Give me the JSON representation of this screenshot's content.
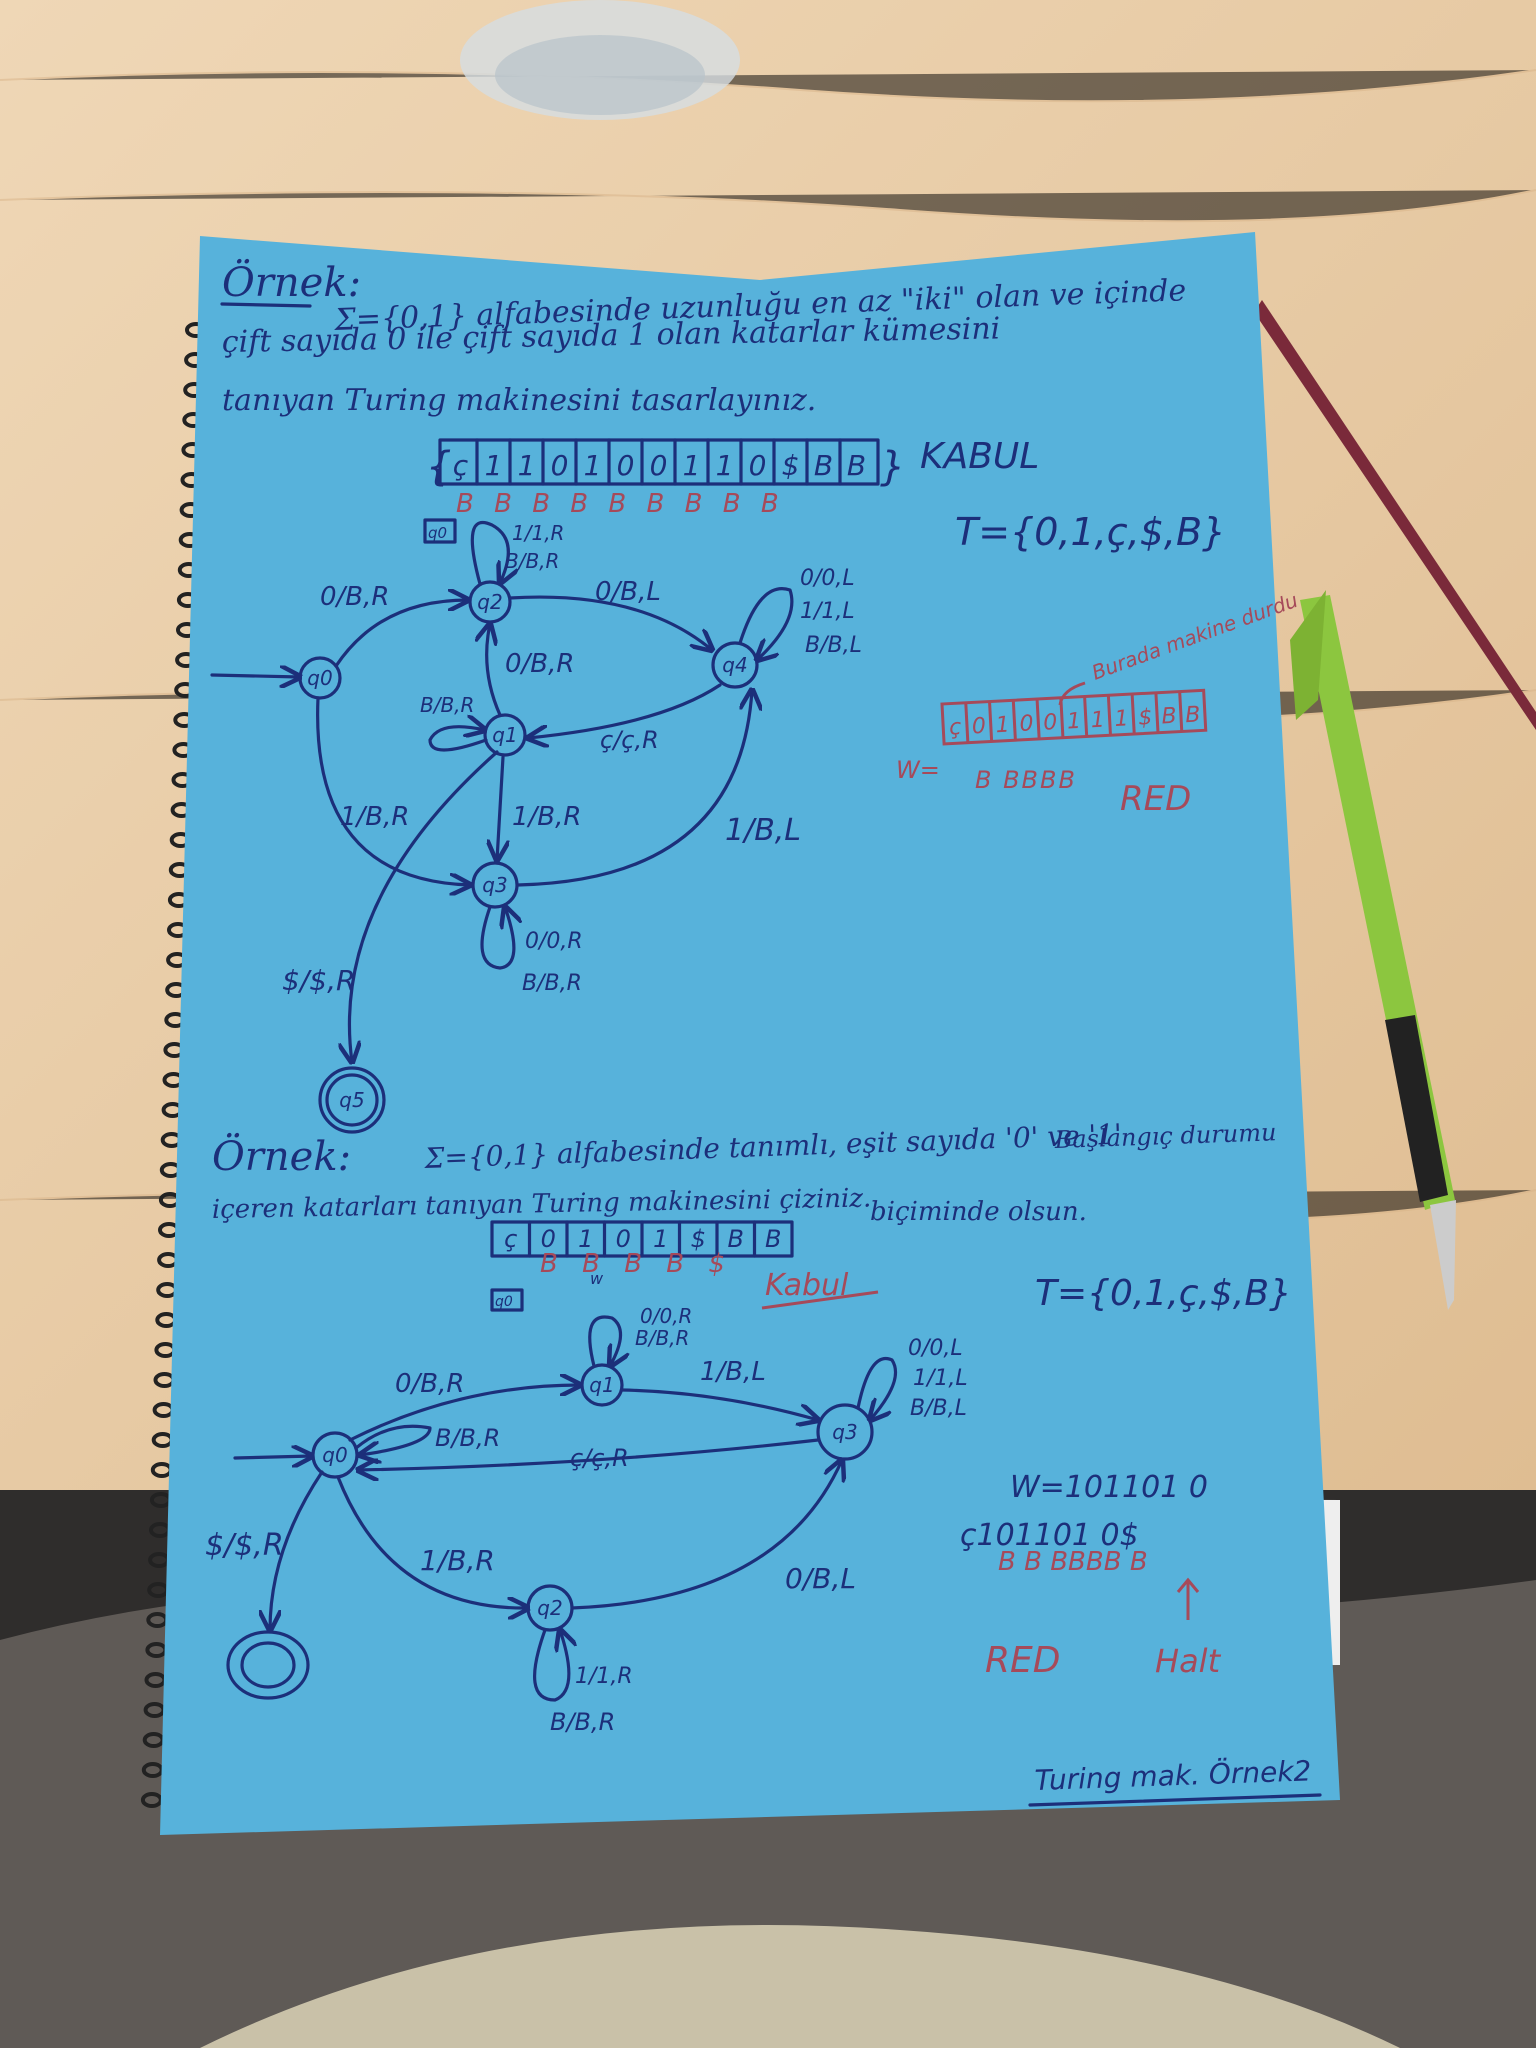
{
  "ex1": {
    "title_word": "Örnek:",
    "title_line1": "Σ={0,1} alfabesinde uzunluğu en az \"iki\" olan ve içinde",
    "title_line2": "çift sayıda 0 ile çift sayıda 1 olan katarlar kümesini",
    "title_line3": "tanıyan Turing makinesini tasarlayınız.",
    "tape_cells": [
      "ç",
      "1",
      "1",
      "0",
      "1",
      "0",
      "0",
      "1",
      "1",
      "0",
      "$",
      "B",
      "B"
    ],
    "tape_marks": "B B B B B B B B B",
    "tape_result": "KABUL",
    "head_state": "q0",
    "alphabet": "T={0,1,ç,$,B}",
    "states": [
      "q0",
      "q1",
      "q2",
      "q3",
      "q4",
      "q5"
    ],
    "labels": {
      "q0_q2": "0/B,R",
      "q2_loop": "1/1,R",
      "q2_loop2": "B/B,R",
      "q2_q4": "0/B,L",
      "q4_loop1": "0/0,L",
      "q4_loop2": "1/1,L",
      "q4_loop3": "B/B,L",
      "q1_q2": "0/B,R",
      "q1_loop": "B/B,R",
      "q4_q1": "ç/ç,R",
      "q0_q3": "1/B,R",
      "q1_q3": "1/B,R",
      "q3_q4": "1/B,L",
      "q3_loop1": "0/0,R",
      "q3_loop2": "B/B,R",
      "q1_q5": "$/$,R"
    },
    "side_tape_prefix": "W=",
    "side_tape_cells": [
      "ç",
      "0",
      "1",
      "0",
      "0",
      "1",
      "1",
      "1",
      "$",
      "B",
      "B"
    ],
    "side_marks": "B BBBB",
    "side_note": "Burada makine durdu",
    "side_result": "RED"
  },
  "ex2": {
    "title_word": "Örnek:",
    "title_line1": "Σ={0,1} alfabesinde tanımlı, eşit sayıda '0' ve '1'",
    "title_line1b": "Başlangıç durumu",
    "title_line2": "içeren katarları tanıyan Turing makinesini çiziniz.",
    "title_line3": "biçiminde olsun.",
    "tape_cells": [
      "ç",
      "0",
      "1",
      "0",
      "1",
      "$",
      "B",
      "B"
    ],
    "tape_marks": "B B B B $",
    "tape_mark_w": "w",
    "head_state": "q0",
    "tape_result": "Kabul",
    "alphabet": "T={0,1,ç,$,B}",
    "states": [
      "q0",
      "q1",
      "q2",
      "q3",
      ""
    ],
    "labels": {
      "q0_q1": "0/B,R",
      "q1_loop1": "0/0,R",
      "q1_loop2": "B/B,R",
      "q1_q3": "1/B,L",
      "q3_loop1": "0/0,L",
      "q3_loop2": "1/1,L",
      "q3_loop3": "B/B,L",
      "q0_loop": "B/B,R",
      "q3_q0": "ç/ç,R",
      "q0_q2": "1/B,R",
      "q2_loop1": "1/1,R",
      "q2_loop2": "B/B,R",
      "q2_q3": "0/B,L",
      "q0_final": "$/$,R"
    },
    "w_line": "W=101101 0",
    "trace_top": "ç101101 0$",
    "trace_marks": "B B BBBB B",
    "trace_result": "RED",
    "trace_halt": "Halt"
  },
  "footer": "Turing mak. Örnek2",
  "colors": {
    "paper": "#57b2db",
    "ink": "#1c2f7a",
    "red_ink": "#a64a5a",
    "desk": "#e7c9a3",
    "pen_green": "#8cc63f"
  }
}
